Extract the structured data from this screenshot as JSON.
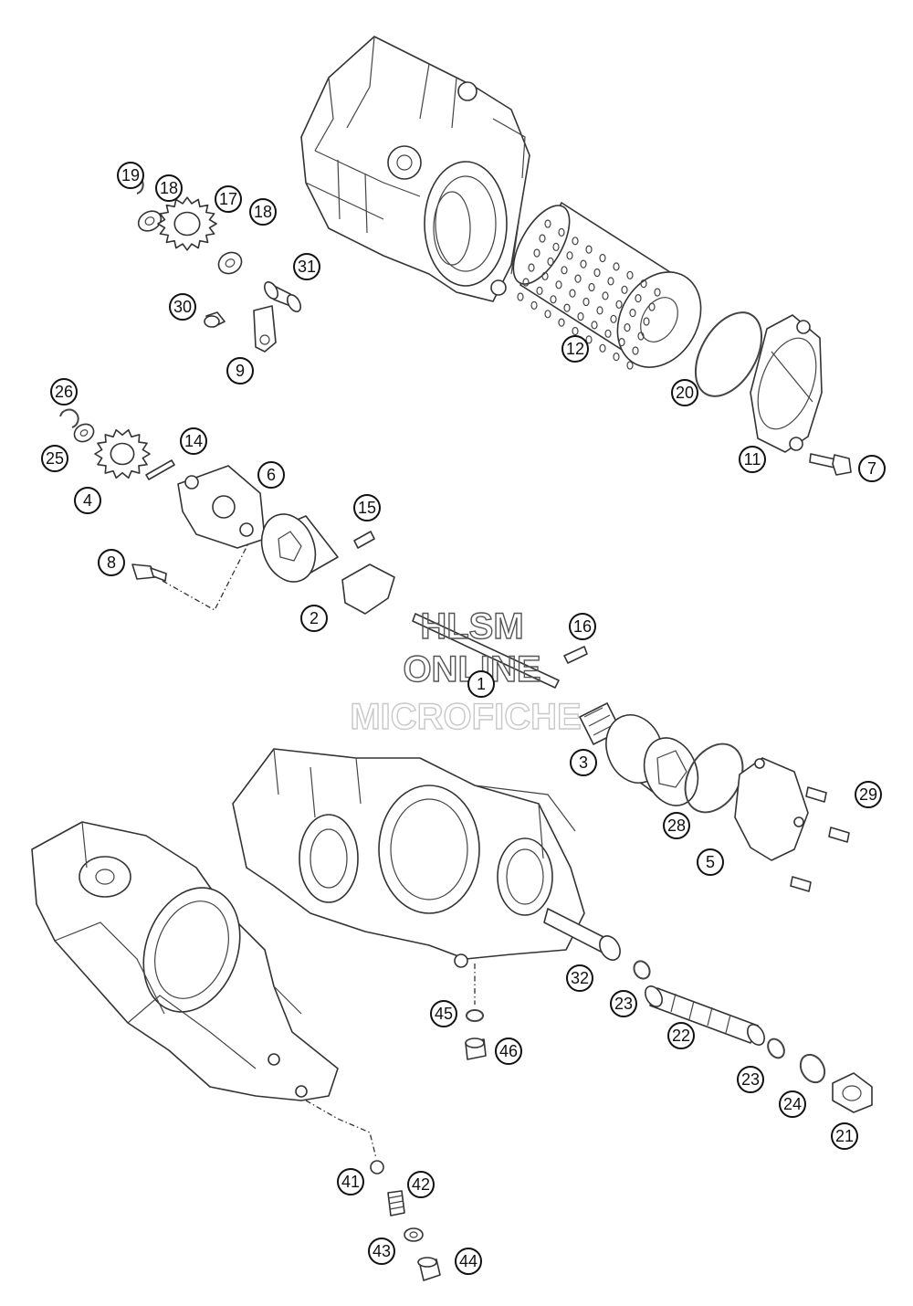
{
  "watermark": {
    "line1": "HLSM",
    "line2": "ONLINE",
    "line3": "MICROFICHE"
  },
  "callouts": [
    {
      "id": "c19",
      "label": "19"
    },
    {
      "id": "c18a",
      "label": "18"
    },
    {
      "id": "c17",
      "label": "17"
    },
    {
      "id": "c18b",
      "label": "18"
    },
    {
      "id": "c31",
      "label": "31"
    },
    {
      "id": "c30",
      "label": "30"
    },
    {
      "id": "c9",
      "label": "9"
    },
    {
      "id": "c12",
      "label": "12"
    },
    {
      "id": "c20",
      "label": "20"
    },
    {
      "id": "c11",
      "label": "11"
    },
    {
      "id": "c7",
      "label": "7"
    },
    {
      "id": "c26",
      "label": "26"
    },
    {
      "id": "c14",
      "label": "14"
    },
    {
      "id": "c25",
      "label": "25"
    },
    {
      "id": "c4",
      "label": "4"
    },
    {
      "id": "c6",
      "label": "6"
    },
    {
      "id": "c15",
      "label": "15"
    },
    {
      "id": "c8",
      "label": "8"
    },
    {
      "id": "c2",
      "label": "2"
    },
    {
      "id": "c16",
      "label": "16"
    },
    {
      "id": "c1",
      "label": "1"
    },
    {
      "id": "c3",
      "label": "3"
    },
    {
      "id": "c29",
      "label": "29"
    },
    {
      "id": "c28",
      "label": "28"
    },
    {
      "id": "c5",
      "label": "5"
    },
    {
      "id": "c32",
      "label": "32"
    },
    {
      "id": "c23a",
      "label": "23"
    },
    {
      "id": "c45",
      "label": "45"
    },
    {
      "id": "c22",
      "label": "22"
    },
    {
      "id": "c46",
      "label": "46"
    },
    {
      "id": "c23b",
      "label": "23"
    },
    {
      "id": "c24",
      "label": "24"
    },
    {
      "id": "c21",
      "label": "21"
    },
    {
      "id": "c41",
      "label": "41"
    },
    {
      "id": "c42",
      "label": "42"
    },
    {
      "id": "c43",
      "label": "43"
    },
    {
      "id": "c44",
      "label": "44"
    }
  ]
}
